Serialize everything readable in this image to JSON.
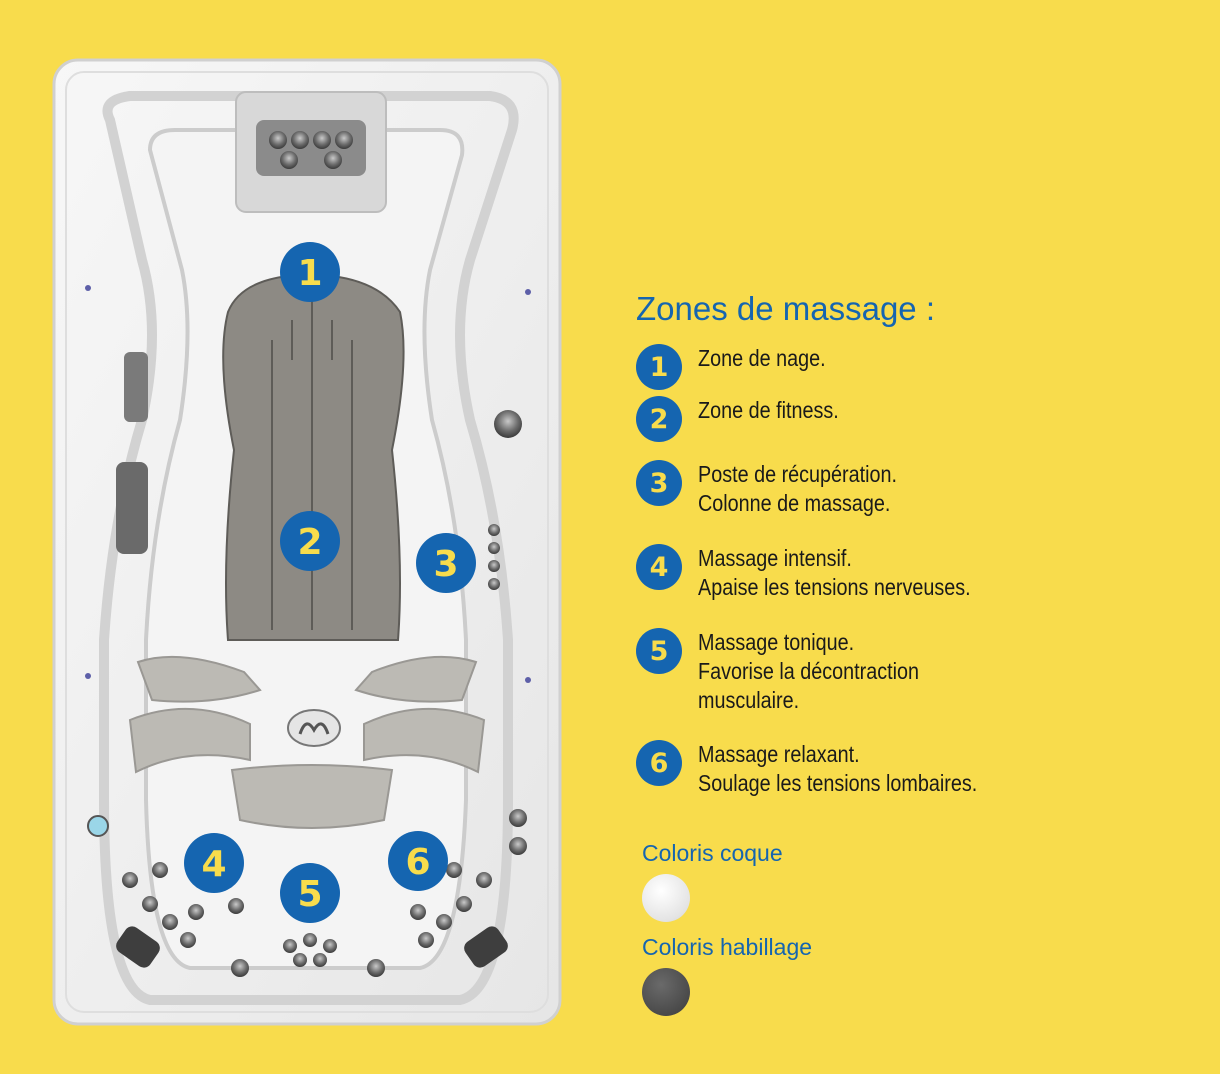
{
  "diagram": {
    "zone_markers": [
      {
        "number": "1"
      },
      {
        "number": "2"
      },
      {
        "number": "3"
      },
      {
        "number": "4"
      },
      {
        "number": "5"
      },
      {
        "number": "6"
      }
    ]
  },
  "legend": {
    "title": "Zones de massage :",
    "zones": [
      {
        "number": "1",
        "line1": "Zone de nage.",
        "line2": "",
        "line3": ""
      },
      {
        "number": "2",
        "line1": "Zone de fitness.",
        "line2": "",
        "line3": ""
      },
      {
        "number": "3",
        "line1": "Poste de récupération.",
        "line2": "Colonne de massage.",
        "line3": ""
      },
      {
        "number": "4",
        "line1": "Massage intensif.",
        "line2": "Apaise les tensions nerveuses.",
        "line3": ""
      },
      {
        "number": "5",
        "line1": "Massage tonique.",
        "line2": "Favorise la décontraction",
        "line3": "musculaire."
      },
      {
        "number": "6",
        "line1": "Massage relaxant.",
        "line2": "Soulage les tensions lombaires.",
        "line3": ""
      }
    ]
  },
  "colors_section": {
    "shell_label": "Coloris coque",
    "skirt_label": "Coloris habillage"
  },
  "palette": {
    "background": "#f8dc4c",
    "accent_blue": "#1565b0",
    "shell_white": "#f2f2f2",
    "skirt_grey": "#4a4a4a",
    "seat_grey": "#8d8a84"
  }
}
